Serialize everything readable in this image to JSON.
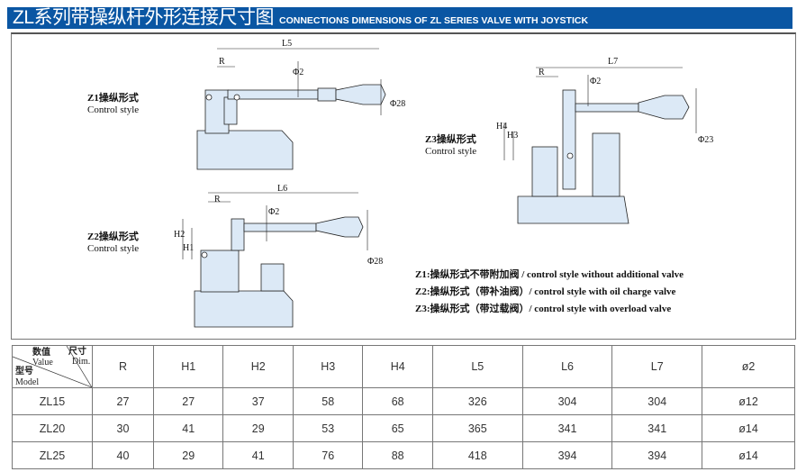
{
  "header": {
    "title_cn": "ZL系列带操纵杆外形连接尺寸图",
    "title_en": "CONNECTIONS DIMENSIONS OF ZL SERIES VALVE WITH JOYSTICK"
  },
  "drawings": {
    "z1": {
      "label_cn": "Z1操纵形式",
      "label_en": "Control style",
      "dims": [
        "L5",
        "R",
        "Φ2",
        "Φ28"
      ]
    },
    "z2": {
      "label_cn": "Z2操纵形式",
      "label_en": "Control style",
      "dims": [
        "L6",
        "R",
        "Φ2",
        "H2",
        "H1",
        "Φ28"
      ]
    },
    "z3": {
      "label_cn": "Z3操纵形式",
      "label_en": "Control style",
      "dims": [
        "L7",
        "R",
        "Φ2",
        "H4",
        "H3",
        "Φ23"
      ]
    }
  },
  "legend": [
    "Z1:操纵形式不带附加阀 / control style without additional valve",
    "Z2:操纵形式（带补油阀）/ control style with oil charge valve",
    "Z3:操纵形式（带过载阀）/ control style with overload valve"
  ],
  "table": {
    "corner": {
      "value_cn": "数值",
      "value_en": "Value",
      "dim_cn": "尺寸",
      "dim_en": "Dim.",
      "model_cn": "型号",
      "model_en": "Model"
    },
    "columns": [
      "R",
      "H1",
      "H2",
      "H3",
      "H4",
      "L5",
      "L6",
      "L7",
      "ø2"
    ],
    "rows": [
      {
        "model": "ZL15",
        "values": [
          "27",
          "27",
          "37",
          "58",
          "68",
          "326",
          "304",
          "304",
          "ø12"
        ]
      },
      {
        "model": "ZL20",
        "values": [
          "30",
          "41",
          "29",
          "53",
          "65",
          "365",
          "341",
          "341",
          "ø14"
        ]
      },
      {
        "model": "ZL25",
        "values": [
          "40",
          "29",
          "41",
          "76",
          "88",
          "418",
          "394",
          "394",
          "ø14"
        ]
      }
    ]
  }
}
